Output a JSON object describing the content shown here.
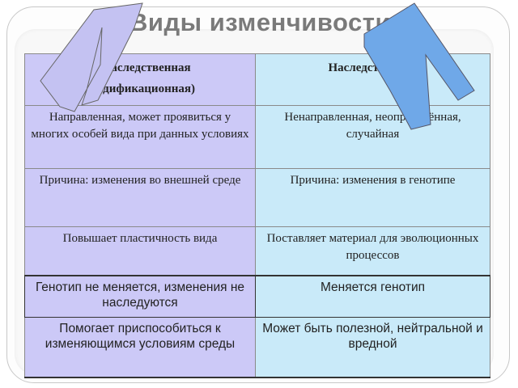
{
  "slide": {
    "title": "Виды изменчивости"
  },
  "table": {
    "header": {
      "left_line1": "Ненаследственная",
      "left_line2": "(модификационная)",
      "right": "Наследственная"
    },
    "rows": [
      {
        "left": "Направленная, может проявиться у многих особей вида при данных условиях",
        "right": "Ненаправленная, неопределённая, случайная"
      },
      {
        "left": "Причина: изменения во внешней среде",
        "right": "Причина: изменения в генотипе"
      },
      {
        "left": "Повышает пластичность вида",
        "right": "Поставляет материал для эволюционных процессов"
      },
      {
        "left": "Генотип не меняется, изменения не наследуются",
        "right": "Меняется генотип"
      },
      {
        "left": "Помогает приспособиться к изменяющимся условиям среды",
        "right": "Может быть полезной, нейтральной и вредной"
      }
    ]
  },
  "colors": {
    "left_column": "#ccc9f7",
    "right_column": "#c9eaf9",
    "left_wedge": "#c4c2f2",
    "right_wedge": "#6fa8e8"
  },
  "icons": {
    "left_wedge": "lavender-lambda-shape",
    "right_wedge": "blue-lambda-shape"
  }
}
